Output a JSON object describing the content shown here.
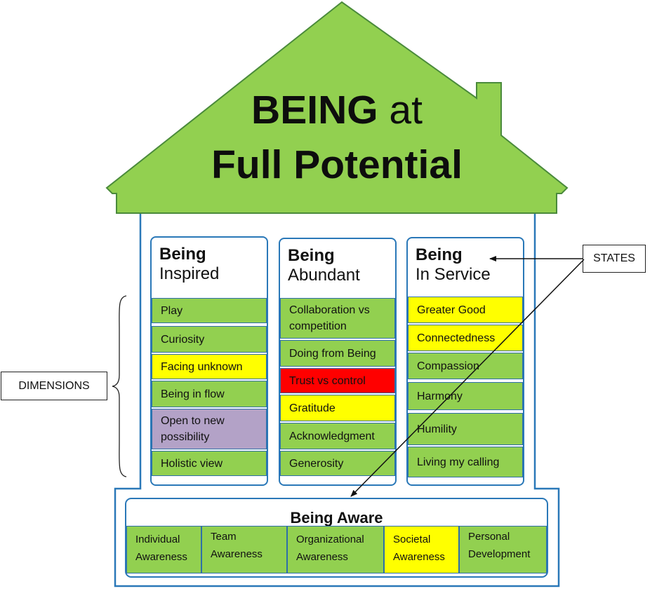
{
  "title": {
    "line1_bold": "BEING",
    "line1_rest": " at",
    "line2": "Full Potential"
  },
  "colors": {
    "green": "#92d050",
    "yellow": "#ffff00",
    "red": "#ff0000",
    "purple": "#b3a2c7",
    "border": "#2a78b8"
  },
  "columns": [
    {
      "head_bold": "Being",
      "head_sub": "Inspired",
      "items": [
        {
          "label": "Play",
          "color": "#92d050"
        },
        {
          "label": "Curiosity",
          "color": "#92d050"
        },
        {
          "label": "Facing unknown",
          "color": "#ffff00"
        },
        {
          "label": "Being in flow",
          "color": "#92d050"
        },
        {
          "label": "Open to new possibility",
          "color": "#b3a2c7"
        },
        {
          "label": "Holistic view",
          "color": "#92d050"
        }
      ]
    },
    {
      "head_bold": "Being",
      "head_sub": "Abundant",
      "items": [
        {
          "label": "Collaboration vs competition",
          "color": "#92d050"
        },
        {
          "label": "Doing from Being",
          "color": "#92d050"
        },
        {
          "label": "Trust vs control",
          "color": "#ff0000"
        },
        {
          "label": "Gratitude",
          "color": "#ffff00"
        },
        {
          "label": "Acknowledgment",
          "color": "#92d050"
        },
        {
          "label": "Generosity",
          "color": "#92d050"
        }
      ]
    },
    {
      "head_bold": "Being",
      "head_sub": "In Service",
      "items": [
        {
          "label": "Greater Good",
          "color": "#ffff00"
        },
        {
          "label": "Connectedness",
          "color": "#ffff00"
        },
        {
          "label": "Compassion",
          "color": "#92d050"
        },
        {
          "label": "Harmony",
          "color": "#92d050"
        },
        {
          "label": "Humility",
          "color": "#92d050"
        },
        {
          "label": "Living my calling",
          "color": "#92d050"
        }
      ]
    }
  ],
  "aware": {
    "title": "Being Aware",
    "items": [
      {
        "label": "Individual Awareness",
        "color": "#92d050"
      },
      {
        "label": "Team Awareness",
        "color": "#92d050"
      },
      {
        "label": "Organizational Awareness",
        "color": "#92d050"
      },
      {
        "label": "Societal Awareness",
        "color": "#ffff00"
      },
      {
        "label": "Personal Development",
        "color": "#92d050"
      }
    ]
  },
  "labels": {
    "states": "STATES",
    "dimensions": "DIMENSIONS"
  }
}
